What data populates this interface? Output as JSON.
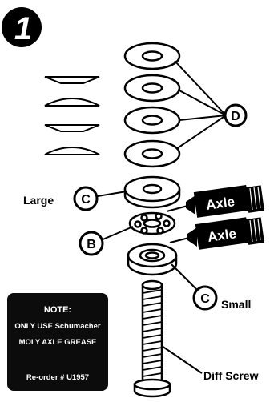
{
  "step": {
    "number": "1"
  },
  "callouts": {
    "d": "D",
    "c_large": "C",
    "b": "B",
    "c_small": "C"
  },
  "labels": {
    "large": "Large",
    "small": "Small",
    "diff_screw": "Diff Screw"
  },
  "tubes": {
    "top": "Axle",
    "bottom": "Axle"
  },
  "note": {
    "line1": "NOTE:",
    "line2": "ONLY USE Schumacher",
    "line3": "MOLY AXLE GREASE",
    "line4": "Re-order # U1957"
  },
  "colors": {
    "ink": "#000000",
    "paper": "#ffffff",
    "note_bg": "#0c0c0c"
  }
}
